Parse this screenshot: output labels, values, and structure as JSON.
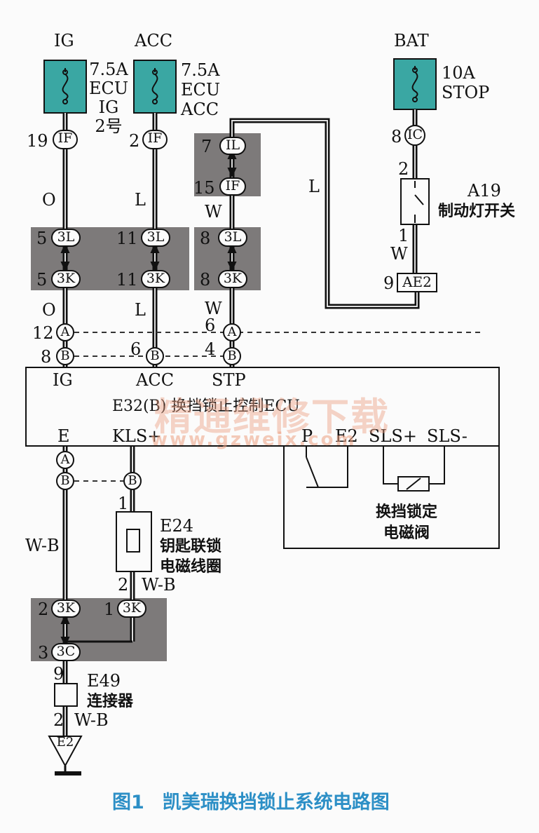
{
  "power": {
    "ig": "IG",
    "acc": "ACC",
    "bat": "BAT"
  },
  "fuses": {
    "ig": [
      "7.5A",
      "ECU",
      "IG",
      "2号"
    ],
    "acc": [
      "7.5A",
      "ECU",
      "ACC"
    ],
    "bat": [
      "10A",
      "STOP"
    ]
  },
  "connectors": {
    "if": "IF",
    "il": "IL",
    "ic": "IC",
    "3l": "3L",
    "3k": "3K",
    "3c": "3C",
    "a": "A",
    "b": "B",
    "ae2": "AE2",
    "e2": "E2"
  },
  "pins": {
    "p19": "19",
    "p2a": "2",
    "p7": "7",
    "p15": "15",
    "p8ic": "8",
    "p2sw": "2",
    "p1sw": "1",
    "p9ae2": "9",
    "p5a": "5",
    "p11a": "11",
    "p8a": "8",
    "p5b": "5",
    "p11b": "11",
    "p8b": "8",
    "p12": "12",
    "p6a": "6",
    "p8c": "8",
    "p6b": "6",
    "p4": "4",
    "p1coil": "1",
    "p2coil": "2",
    "p2k": "2",
    "p1k": "1",
    "p3c": "3",
    "p9e49": "9",
    "p2e49": "2"
  },
  "wires": {
    "o1": "O",
    "l1": "L",
    "w1": "W",
    "l_long": "L",
    "w_sw": "W",
    "o2": "O",
    "l2": "L",
    "w2": "W",
    "wb1": "W-B",
    "wb_coil": "W-B",
    "wb_e49": "W-B"
  },
  "ecu": {
    "name": "E32(B)  换挡锁止控制ECU",
    "top_pins": {
      "ig": "IG",
      "acc": "ACC",
      "stp": "STP"
    },
    "bottom_pins": {
      "e": "E",
      "kls": "KLS+",
      "p": "P",
      "e2": "E2",
      "sls_plus": "SLS+",
      "sls_minus": "SLS-"
    }
  },
  "components": {
    "a19": [
      "A19",
      "制动灯开关"
    ],
    "e24": [
      "E24",
      "钥匙联锁",
      "电磁线圈"
    ],
    "e49": [
      "E49",
      "连接器"
    ],
    "solenoid": [
      "换挡锁定",
      "电磁阀"
    ]
  },
  "watermark": {
    "text": "精通维修下载",
    "url": "www.gzweix.com"
  },
  "caption": {
    "fig": "图1",
    "title": "凯美瑞换挡锁止系统电路图"
  },
  "colors": {
    "fuse_fill": "#3aa7a3",
    "shade": "#7d7a7a",
    "caption": "#2c8fc6"
  }
}
